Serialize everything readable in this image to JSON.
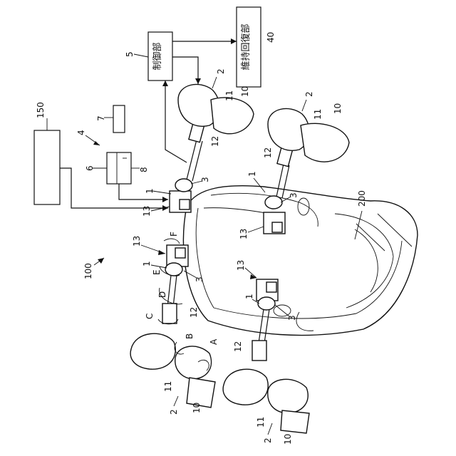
{
  "boxes": {
    "control": "制御部",
    "maintenance": "維持回復部"
  },
  "refs": {
    "system": "100",
    "controller_box": "150",
    "ref_4": "4",
    "ref_5": "5",
    "ref_6": "6",
    "ref_7": "7",
    "ref_8": "8",
    "ref_40": "40",
    "vehicle": "200",
    "robot": "2",
    "hand": "10",
    "wrist": "11",
    "arm": "12",
    "base": "13",
    "ref_1": "1",
    "ref_3": "3"
  },
  "axes": {
    "a": "A",
    "b": "B",
    "c": "C",
    "d": "D",
    "e": "E",
    "f": "F"
  }
}
